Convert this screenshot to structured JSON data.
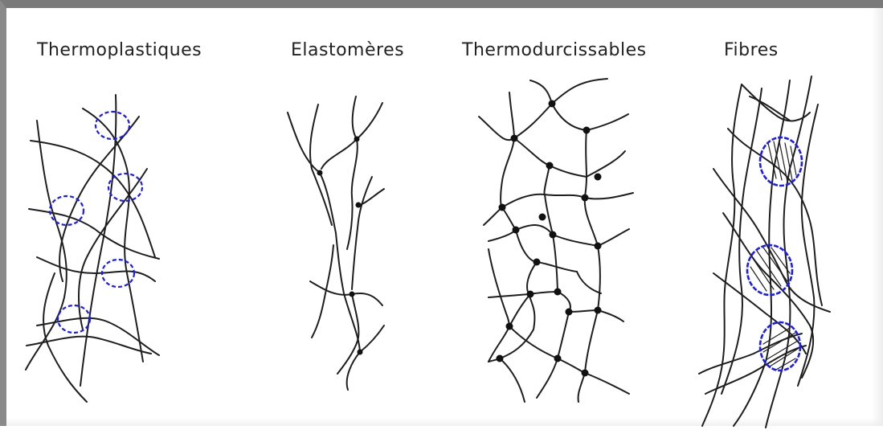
{
  "panels": [
    {
      "title": "Thermoplastiques"
    },
    {
      "title": "Elastomères"
    },
    {
      "title": "Thermodurcissables"
    },
    {
      "title": "Fibres"
    }
  ],
  "colors": {
    "chain": "#1e1e1e",
    "crystalline_zone": "#1a1aff",
    "crosslink_node": "#111111",
    "frame": "#7a7a7a"
  }
}
